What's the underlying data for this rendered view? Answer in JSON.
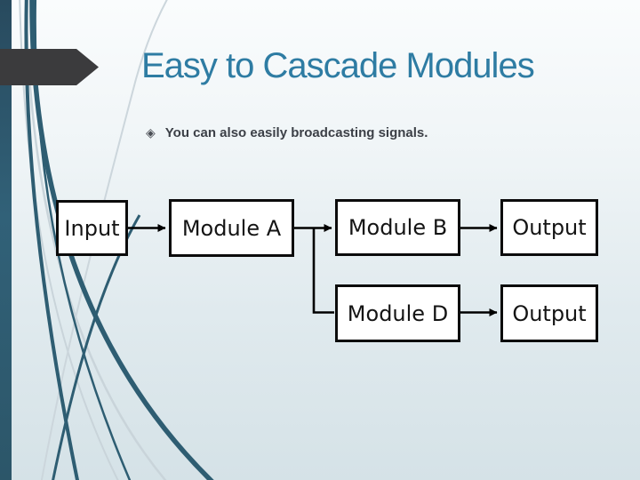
{
  "slide": {
    "title": "Easy to Cascade Modules",
    "bullet": {
      "marker_glyph": "◈",
      "text": "You can also easily broadcasting signals."
    },
    "diagram": {
      "nodes": [
        {
          "id": "input",
          "label": "Input"
        },
        {
          "id": "module-a",
          "label": "Module A"
        },
        {
          "id": "module-b",
          "label": "Module B"
        },
        {
          "id": "output-top",
          "label": "Output"
        },
        {
          "id": "module-d",
          "label": "Module D"
        },
        {
          "id": "output-bottom",
          "label": "Output"
        }
      ],
      "connections": [
        {
          "from": "Input",
          "to": "Module A"
        },
        {
          "from": "Module A",
          "to": "Module B"
        },
        {
          "from": "Module A",
          "to": "Module D"
        },
        {
          "from": "Module B",
          "to": "Output"
        },
        {
          "from": "Module D",
          "to": "Output"
        }
      ]
    },
    "colors": {
      "title_text": "#2e7ca3",
      "body_text": "#3c4047",
      "box_fill": "#ffffff",
      "box_border": "#0b0b0b",
      "connector": "#000000",
      "accent_bar": "#2d5a6e",
      "banner_arrow": "#3b3b3d",
      "curve_dark": "#2e5d72",
      "curve_light": "#c9d4da"
    }
  }
}
